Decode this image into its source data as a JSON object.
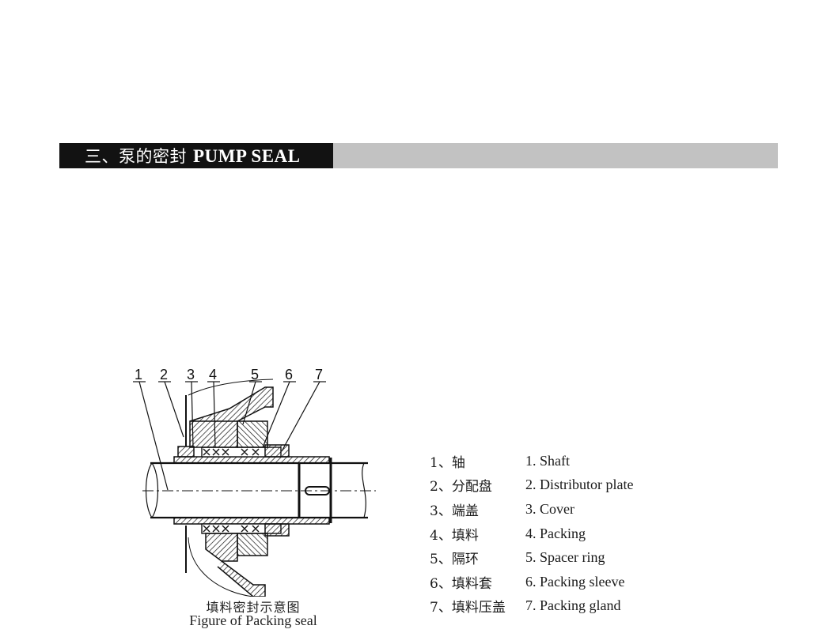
{
  "header": {
    "title_cn": "三、泵的密封",
    "title_en": "PUMP SEAL",
    "colors": {
      "dark_block": "#121212",
      "bar": "#c2c2c2",
      "title_text": "#ffffff"
    }
  },
  "figure": {
    "callouts": [
      "1",
      "2",
      "3",
      "4",
      "5",
      "6",
      "7"
    ],
    "caption_cn": "填料密封示意图",
    "caption_en": "Figure of Packing seal"
  },
  "legend": {
    "items": [
      {
        "cn": "1、轴",
        "en": "1. Shaft"
      },
      {
        "cn": "2、分配盘",
        "en": "2. Distributor plate"
      },
      {
        "cn": "3、端盖",
        "en": "3. Cover"
      },
      {
        "cn": "4、填料",
        "en": "4. Packing"
      },
      {
        "cn": "5、隔环",
        "en": "5. Spacer ring"
      },
      {
        "cn": "6、填料套",
        "en": "6. Packing sleeve"
      },
      {
        "cn": "7、填料压盖",
        "en": "7. Packing gland"
      }
    ]
  }
}
